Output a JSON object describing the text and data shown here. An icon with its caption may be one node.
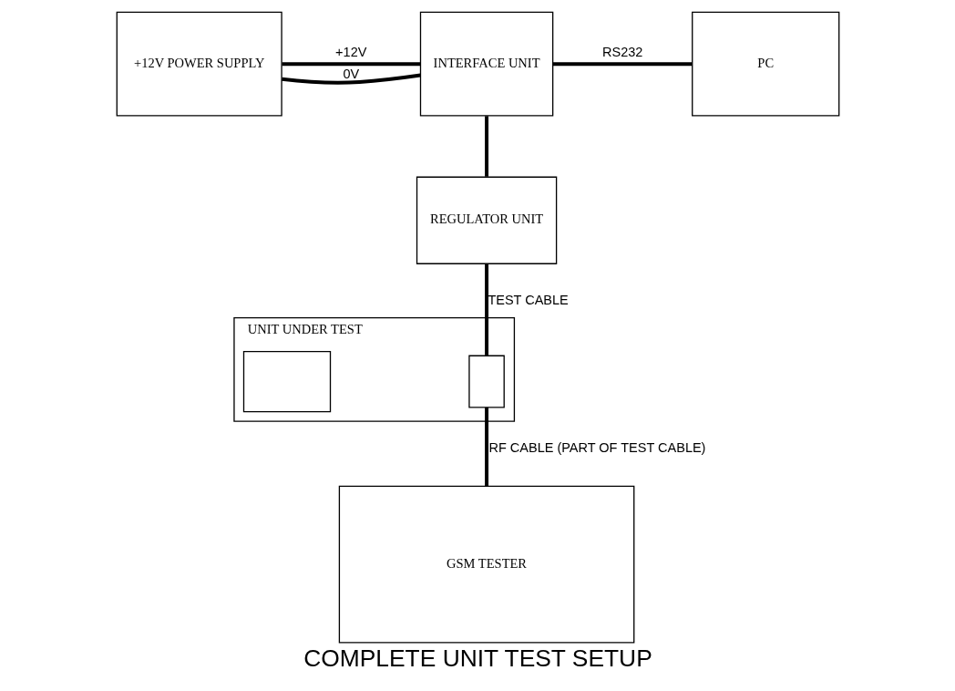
{
  "diagram": {
    "caption": "COMPLETE UNIT TEST SETUP",
    "nodes": [
      {
        "text": [
          "+12V POWER SUPPLY"
        ]
      },
      {
        "text": [
          "INTERFACE UNIT"
        ]
      },
      {
        "text": [
          "PC"
        ]
      },
      {
        "text": [
          "REGULATOR UNIT"
        ]
      },
      {
        "text": [
          "UNIT UNDER TEST"
        ]
      },
      {
        "text": [],
        "shape": "box",
        "in": 4
      },
      {
        "text": [],
        "shape": "box",
        "in": 4
      },
      {
        "text": [
          "GSM TESTER"
        ]
      }
    ],
    "edges": [
      {
        "from": 0,
        "to": 1,
        "label": "+12V",
        "arrow": "none"
      },
      {
        "from": 0,
        "to": 1,
        "label": "0V",
        "arrow": "none"
      },
      {
        "from": 1,
        "to": 2,
        "label": "RS232",
        "arrow": "none"
      },
      {
        "from": 1,
        "to": 3,
        "arrow": "none"
      },
      {
        "from": 3,
        "to": 6,
        "label": "TEST CABLE",
        "arrow": "none"
      },
      {
        "from": 6,
        "to": 7,
        "label": "RF CABLE (PART OF TEST CABLE)",
        "arrow": "none"
      }
    ]
  }
}
